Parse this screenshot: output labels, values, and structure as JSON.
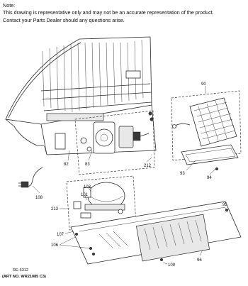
{
  "note": {
    "heading": "Note:",
    "line1": "This drawing is representative only and may not be an accurate representation of the product.",
    "line2": "Contact your Parts Dealer should any questions arise."
  },
  "callouts": {
    "c90": "90",
    "c93": "93",
    "c94": "94",
    "c82": "82",
    "c83": "83",
    "c212": "212",
    "c108": "108",
    "c103": "103",
    "c101": "101",
    "c213": "213",
    "c107": "107",
    "c106": "106",
    "c95": "95",
    "c96": "96",
    "c109": "109"
  },
  "footer": {
    "ref": "RE-6312",
    "art_no": "(ART NO. WR21085 C3)"
  }
}
